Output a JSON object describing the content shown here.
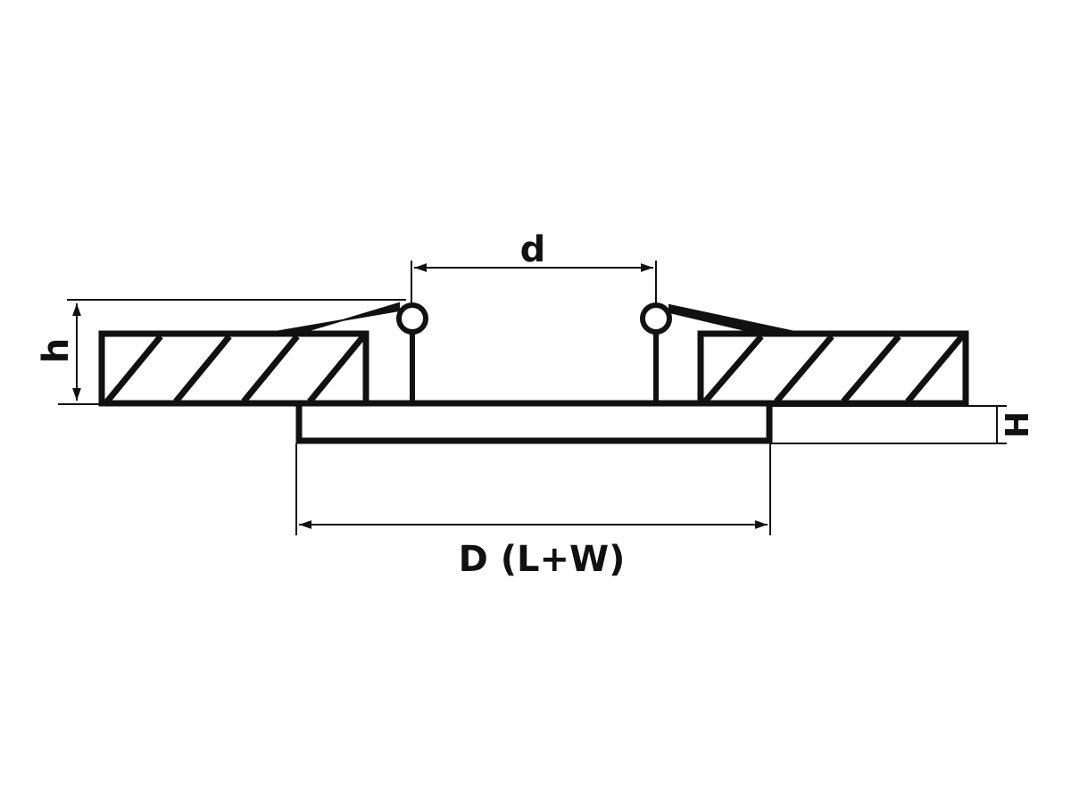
{
  "diagram": {
    "labels": {
      "d": "d",
      "h": "h",
      "H": "H",
      "D": "D (L+W)"
    },
    "colors": {
      "stroke": "#111111",
      "background": "#ffffff"
    }
  }
}
